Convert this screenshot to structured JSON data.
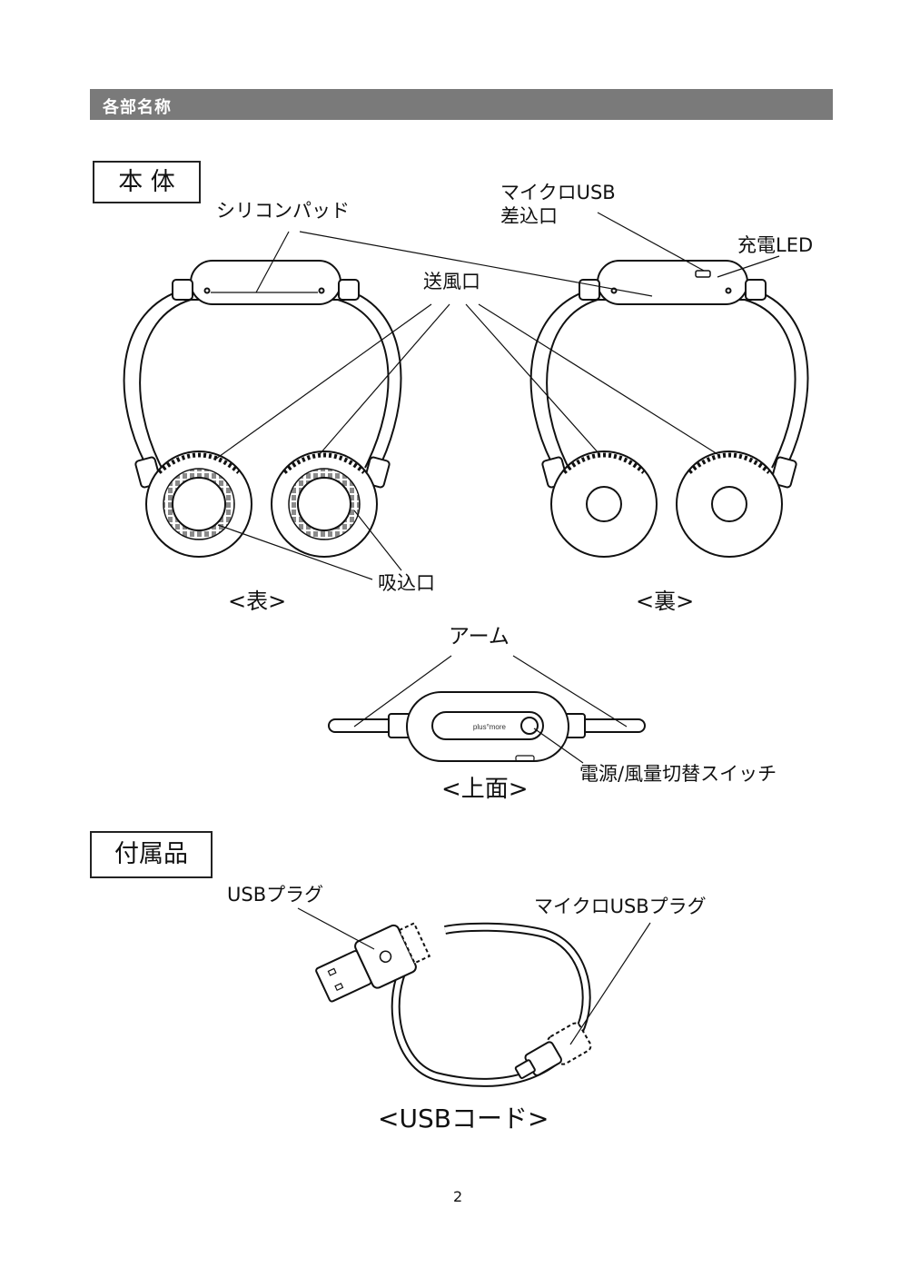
{
  "section": {
    "title": "各部名称"
  },
  "body_box": {
    "label": "本 体"
  },
  "accessory_box": {
    "label": "付属品"
  },
  "labels": {
    "silicon_pad": "シリコンパッド",
    "micro_usb_port_line1": "マイクロUSB",
    "micro_usb_port_line2": "差込口",
    "charge_led": "充電LED",
    "air_outlet": "送風口",
    "air_intake": "吸込口",
    "arm": "アーム",
    "power_switch": "電源/風量切替スイッチ",
    "usb_plug": "USBプラグ",
    "micro_usb_plug": "マイクロUSBプラグ"
  },
  "captions": {
    "front": "<表>",
    "back": "<裏>",
    "top": "<上面>",
    "usb_cord": "<USBコード>"
  },
  "brand_logo": "plus°more",
  "page_number": "2"
}
